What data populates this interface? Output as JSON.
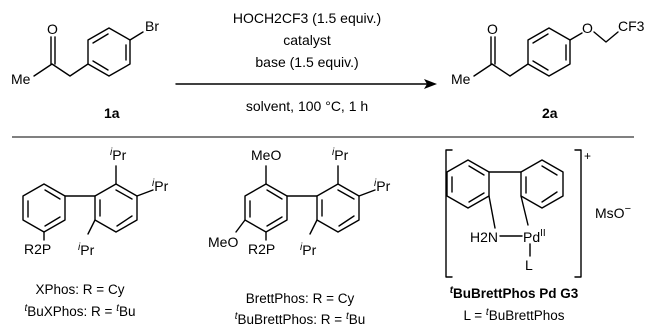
{
  "scheme": {
    "reactant": {
      "label": "1a",
      "group_me": "Me",
      "group_o": "O",
      "group_br": "Br"
    },
    "product": {
      "label": "2a",
      "group_me": "Me",
      "group_o": "O",
      "group_ether_o": "O",
      "group_cf3": "CF3"
    },
    "conditions": {
      "reagent": "HOCH2CF3 (1.5 equiv.)",
      "catalyst": "catalyst",
      "base": "base (1.5 equiv.)",
      "below": "solvent, 100 °C, 1 h"
    },
    "reagent_color": "#2323e6"
  },
  "ligands": {
    "xphos": {
      "ipr": "Pr",
      "ipr_sup": "i",
      "r2p": "R2P",
      "caption1": "XPhos: R = Cy",
      "caption2_pre": "BuXPhos: R = ",
      "caption2_sup": "t",
      "caption2_tail": "Bu"
    },
    "brettphos": {
      "ipr": "Pr",
      "ipr_sup": "i",
      "meo": "MeO",
      "r2p": "R2P",
      "caption1": "BrettPhos: R = Cy",
      "caption2_pre": "BuBrettPhos: R = ",
      "caption2_sup": "t",
      "caption2_tail": "Bu"
    },
    "precat": {
      "nh": "H2N",
      "pd": "Pd",
      "pd_ox": "II",
      "l": "L",
      "charge": "+",
      "counterion": "MsO",
      "counterion_charge": "−",
      "caption1_sup": "t",
      "caption1": "BuBrettPhos Pd G3",
      "caption2_pre": "L = ",
      "caption2_sup": "t",
      "caption2_tail": "BuBrettPhos"
    }
  }
}
